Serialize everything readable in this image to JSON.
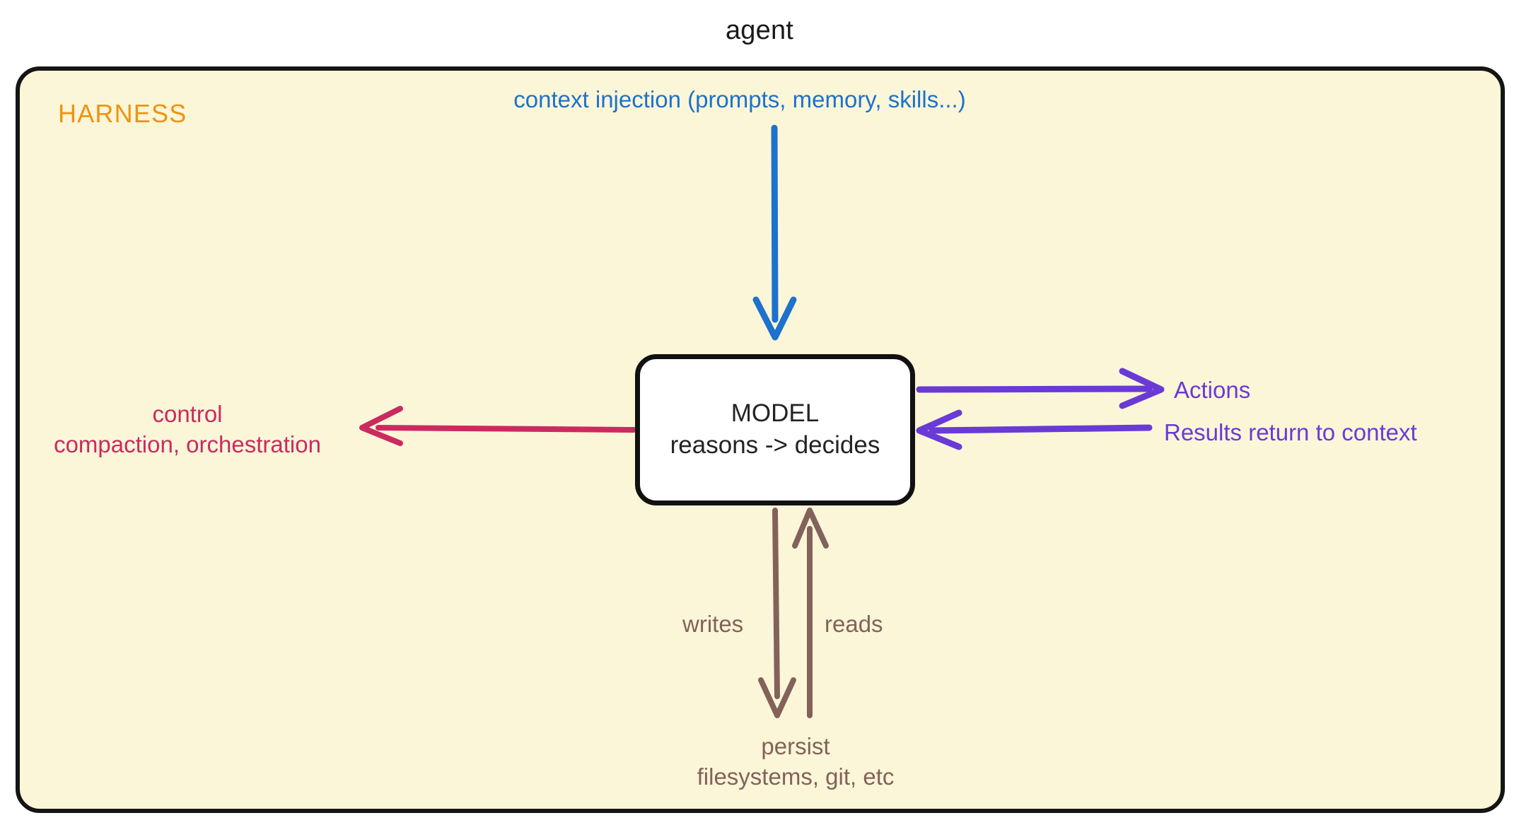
{
  "diagram": {
    "title": "agent",
    "type": "flowchart",
    "background_color": "#ffffff"
  },
  "harness": {
    "label": "HARNESS",
    "label_color": "#ef930f",
    "fill_color": "#fcf6d8",
    "border_color": "#151515"
  },
  "nodes": [
    {
      "id": "model",
      "line1": "MODEL",
      "line2": "reasons -> decides",
      "fill_color": "#ffffff",
      "border_color": "#111111",
      "text_color": "#232323"
    },
    {
      "id": "persist",
      "line1": "persist",
      "line2": "filesystems, git, etc",
      "text_color": "#82625a"
    }
  ],
  "edges": [
    {
      "id": "context-injection",
      "label": "context injection (prompts, memory, skills...)",
      "color": "#1c72cc",
      "direction": "down",
      "target": "model"
    },
    {
      "id": "control",
      "label_line1": "control",
      "label_line2": "compaction, orchestration",
      "color": "#cb2a61",
      "direction": "left",
      "source": "model"
    },
    {
      "id": "actions",
      "label": "Actions",
      "color": "#6a3ad6",
      "direction": "right",
      "source": "model"
    },
    {
      "id": "results",
      "label": "Results return to context",
      "color": "#6a3ad6",
      "direction": "left",
      "target": "model"
    },
    {
      "id": "writes",
      "label": "writes",
      "color": "#82625a",
      "direction": "down",
      "source": "model",
      "target": "persist"
    },
    {
      "id": "reads",
      "label": "reads",
      "color": "#82625a",
      "direction": "up",
      "source": "persist",
      "target": "model"
    }
  ]
}
